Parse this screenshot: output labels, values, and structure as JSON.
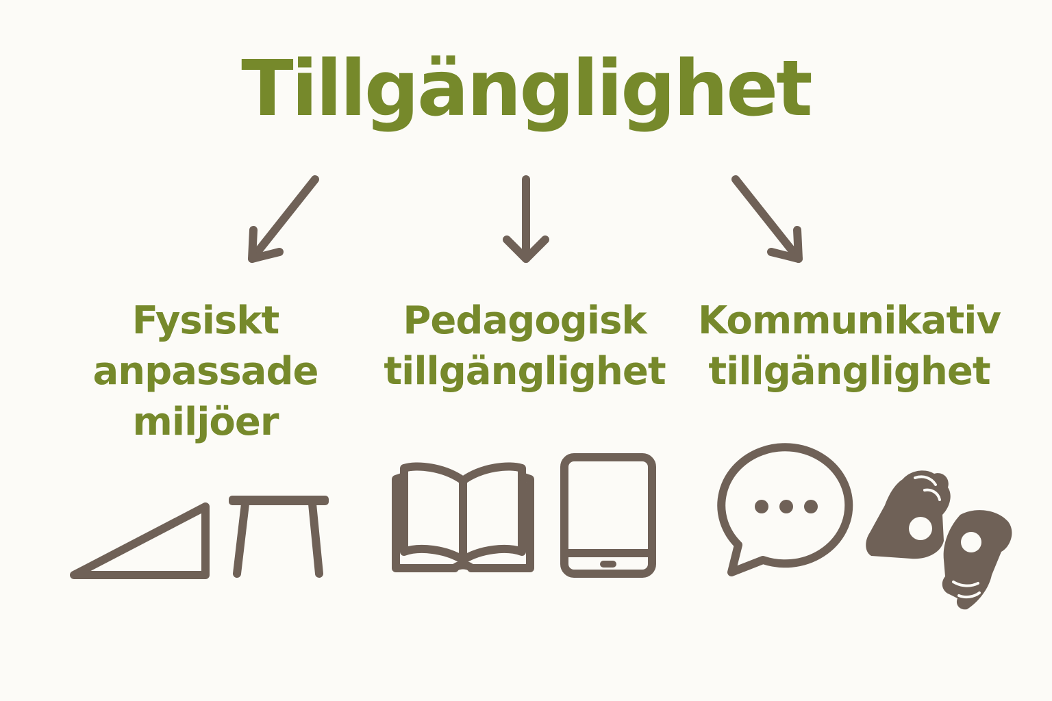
{
  "title": "Tillgänglighet",
  "colors": {
    "heading": "#76892b",
    "icons": "#6f6157",
    "background": "#fcfbf7"
  },
  "branches": [
    {
      "lines": [
        "Fysiskt",
        "anpassade",
        "miljöer"
      ],
      "icons": [
        "ramp-icon",
        "table-icon"
      ]
    },
    {
      "lines": [
        "Pedagogisk",
        "tillgänglighet"
      ],
      "icons": [
        "book-icon",
        "tablet-icon"
      ]
    },
    {
      "lines": [
        "Kommunikativ",
        "tillgänglighet"
      ],
      "icons": [
        "speech-bubble-icon",
        "sign-language-icon"
      ]
    }
  ]
}
